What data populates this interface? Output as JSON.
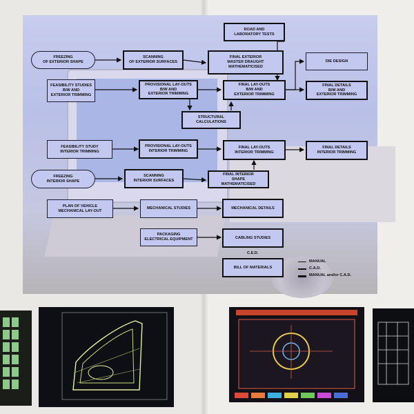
{
  "boxes": {
    "road_tests": "ROAD AND\nLABORATORY TESTS",
    "freezing_exterior": "FREEZING\nOF EXTERIOR SHAPE",
    "scanning_exterior": "SCANNING\nOF EXTERIOR SURFACES",
    "final_exterior_master": "FINAL EXTERIOR\nMASTER DRAUGHT\nMATHEMATICISED",
    "die_design": "DIE DESIGN",
    "feasibility_bw": "FEASIBILITY STUDIES\nB/W AND\nEXTERIOR TRIMMING",
    "provisional_bw": "PROVISIONAL LAY-OUTS\nB/W AND\nEXTERIOR TRIMMING",
    "final_layouts_bw": "FINAL LAY-OUTS\nB/W AND\nEXTERIOR TRIMMING",
    "final_details_bw": "FINAL DETAILS\nB/W AND\nEXTERIOR TRIMMING",
    "structural_calculations": "STRUCTURAL CALCULATIONS",
    "feasibility_interior": "FEASIBILITY STUDY\nINTERIOR TRIMMING",
    "provisional_interior": "PROVISIONAL LAY-OUTS\nINTERIOR TRIMMING",
    "final_layouts_interior": "FINAL LAY-OUTS\nINTERIOR TRIMMING",
    "final_details_interior": "FINAL DETAILS\nINTERIOR TRIMMING",
    "freezing_interior": "FREEZING\nINTERIOR SHAPE",
    "scanning_interior": "SCANNING\nINTERIOR SURFACES",
    "final_interior_shape": "FINAL INTERIOR\nSHAPE\nMATHEMATICISED",
    "plan_vehicle": "PLAN OF VEHICLE\nMECHANICAL LAY-OUT",
    "mechanical_studies": "MECHANICAL STUDIES",
    "mechanical_details": "MECHANICAL DETAILS",
    "packaging_electrical": "PACKAGING\nELECTRICAL EQUIPMENT",
    "cabling_studies": "CABLING STUDIES",
    "bill_of_materials": "BILL OF MATERIALS"
  },
  "legend": {
    "ced": "C.E.D.",
    "manual": "MANUAL",
    "cad": "C.A.D.",
    "manual_and_cad": "MANUAL and/or C.A.D."
  },
  "colors": {
    "box_fill": "#c3c8f0",
    "box_border": "#111111",
    "photo_tint": "#b9c0e8"
  }
}
